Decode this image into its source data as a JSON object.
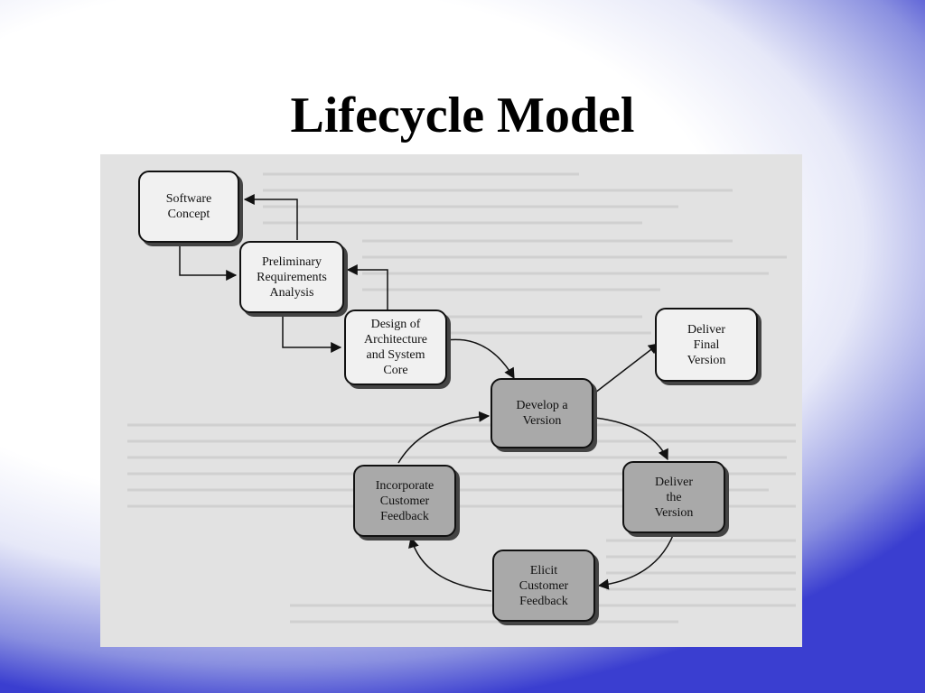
{
  "slide": {
    "title": "Lifecycle Model"
  },
  "diagram": {
    "nodes": {
      "software_concept": "Software\nConcept",
      "preliminary_requirements": "Preliminary\nRequirements\nAnalysis",
      "design_architecture": "Design of\nArchitecture\nand System\nCore",
      "develop_version": "Develop a\nVersion",
      "deliver_final": "Deliver\nFinal\nVersion",
      "deliver_version": "Deliver\nthe\nVersion",
      "elicit_feedback": "Elicit\nCustomer\nFeedback",
      "incorporate_feedback": "Incorporate\nCustomer\nFeedback"
    }
  }
}
